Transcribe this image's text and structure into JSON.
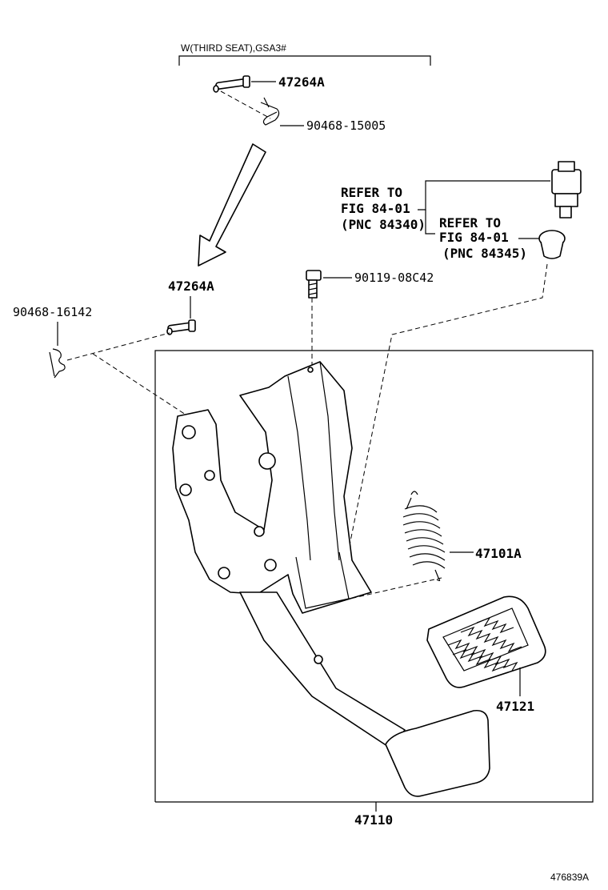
{
  "header_note": "W(THIRD SEAT),GSA3#",
  "parts": {
    "pin_top": "47264A",
    "clip_top": "90468-15005",
    "pin_mid": "47264A",
    "clip_left": "90468-16142",
    "bolt": "90119-08C42",
    "spring": "47101A",
    "pad": "47121",
    "pedal_assy": "47110"
  },
  "refs": {
    "switch_ref_1": "REFER TO",
    "switch_ref_2": "FIG 84-01",
    "switch_ref_3": "(PNC 84340)",
    "cushion_ref_1": "REFER TO",
    "cushion_ref_2": "FIG 84-01",
    "cushion_ref_3": "(PNC 84345)"
  },
  "figure_id": "476839A"
}
